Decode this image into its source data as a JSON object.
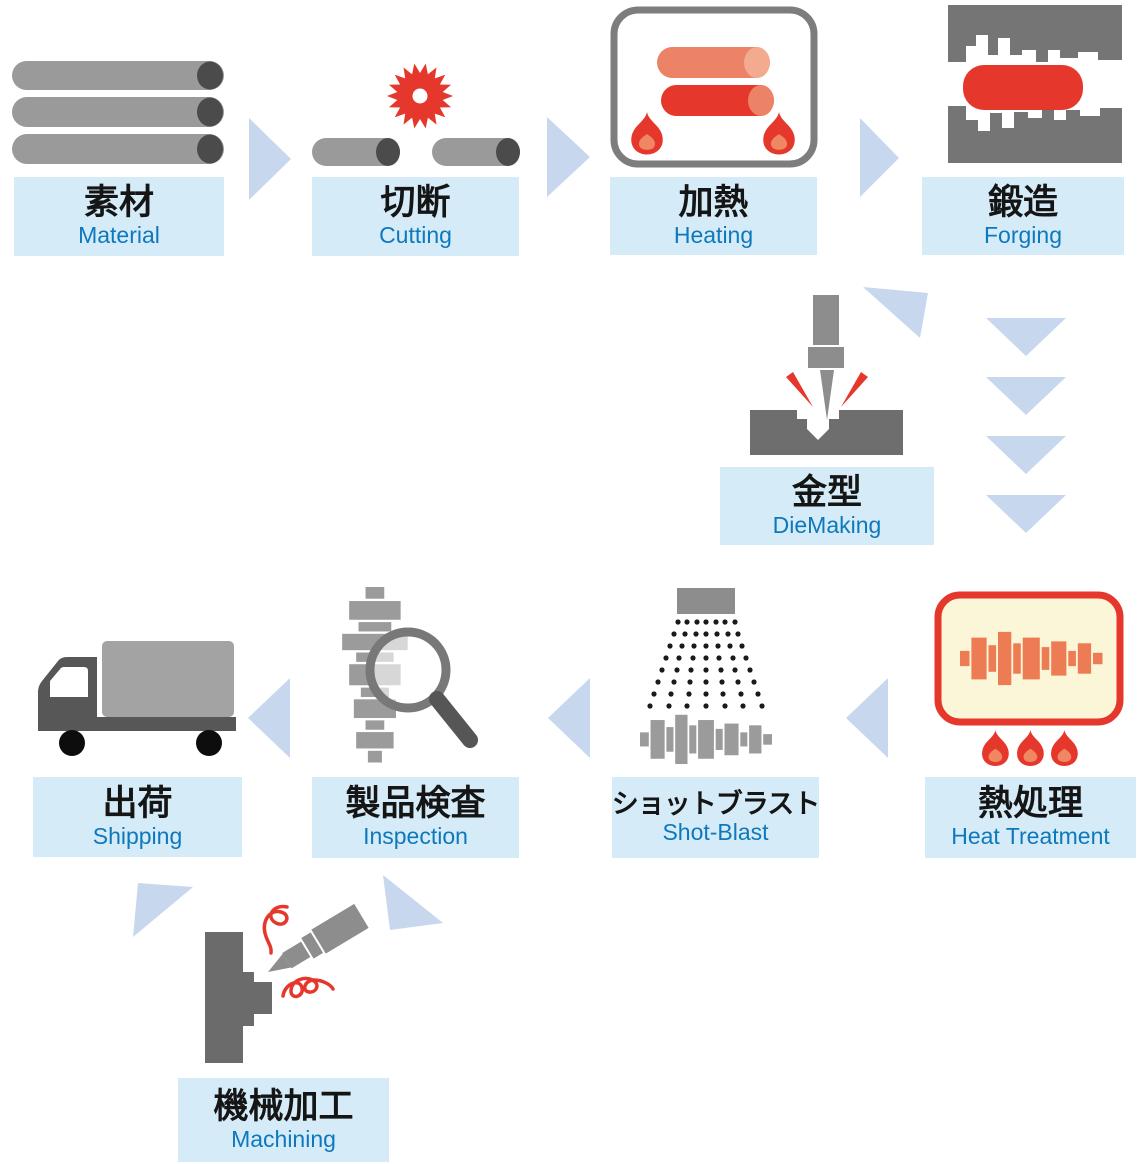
{
  "palette": {
    "label_bg": "#d5ecf8",
    "jp_text": "#151515",
    "en_text": "#0e78bc",
    "arrow": "#c7d8ee",
    "steel_gray": "#9a9a9a",
    "steel_end": "#4b4b4b",
    "die_gray": "#757575",
    "machine_gray": "#8d8d8d",
    "truck_dark": "#575757",
    "truck_box": "#a3a3a3",
    "red": "#e5372b",
    "salmon": "#ec8266",
    "hot_orange": "#ed7c55",
    "heat_box_fill": "#fbf6d7"
  },
  "steps": [
    {
      "jp": "素材",
      "en": "Material",
      "icon": "steel-bars-icon"
    },
    {
      "jp": "切断",
      "en": "Cutting",
      "icon": "saw-blade-icon"
    },
    {
      "jp": "加熱",
      "en": "Heating",
      "icon": "furnace-icon"
    },
    {
      "jp": "鍛造",
      "en": "Forging",
      "icon": "forging-dies-icon"
    },
    {
      "jp": "金型",
      "en": "DieMaking",
      "icon": "die-milling-icon"
    },
    {
      "jp": "熱処理",
      "en": "Heat Treatment",
      "icon": "heat-treatment-icon"
    },
    {
      "jp": "ショットブラスト",
      "en": "Shot-Blast",
      "icon": "shot-blast-icon"
    },
    {
      "jp": "製品検査",
      "en": "Inspection",
      "icon": "magnifier-crankshaft-icon"
    },
    {
      "jp": "出荷",
      "en": "Shipping",
      "icon": "truck-icon"
    },
    {
      "jp": "機械加工",
      "en": "Machining",
      "icon": "lathe-tool-icon"
    }
  ],
  "connections": [
    "Material→Cutting",
    "Cutting→Heating",
    "Heating→Forging",
    "DieMaking→Forging",
    "Forging→Heat Treatment",
    "Heat Treatment→Shot-Blast",
    "Shot-Blast→Inspection",
    "Inspection→Shipping",
    "Inspection→Machining",
    "Machining→Shipping"
  ]
}
